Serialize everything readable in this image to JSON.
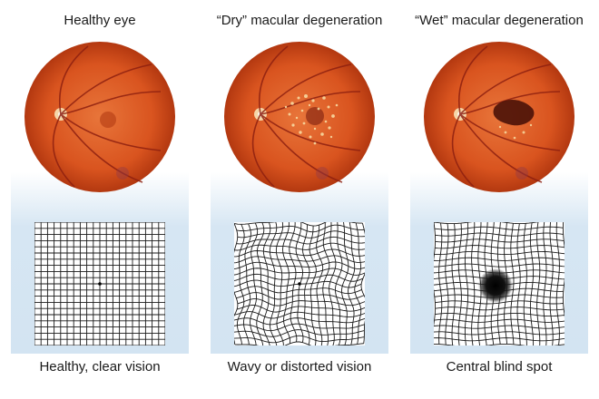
{
  "panels": [
    {
      "title": "Healthy eye",
      "caption": "Healthy, clear vision"
    },
    {
      "title": "“Dry” macular degeneration",
      "caption": "Wavy or distorted vision"
    },
    {
      "title": "“Wet” macular degeneration",
      "caption": "Central blind spot"
    }
  ],
  "colors": {
    "retina": "#d9541f",
    "background_fade": "#d6e6f3",
    "grid_lines": "#1a1a1a"
  },
  "icons": [
    "retina-image",
    "amsler-grid",
    "blind-spot",
    "fixation-dot"
  ]
}
